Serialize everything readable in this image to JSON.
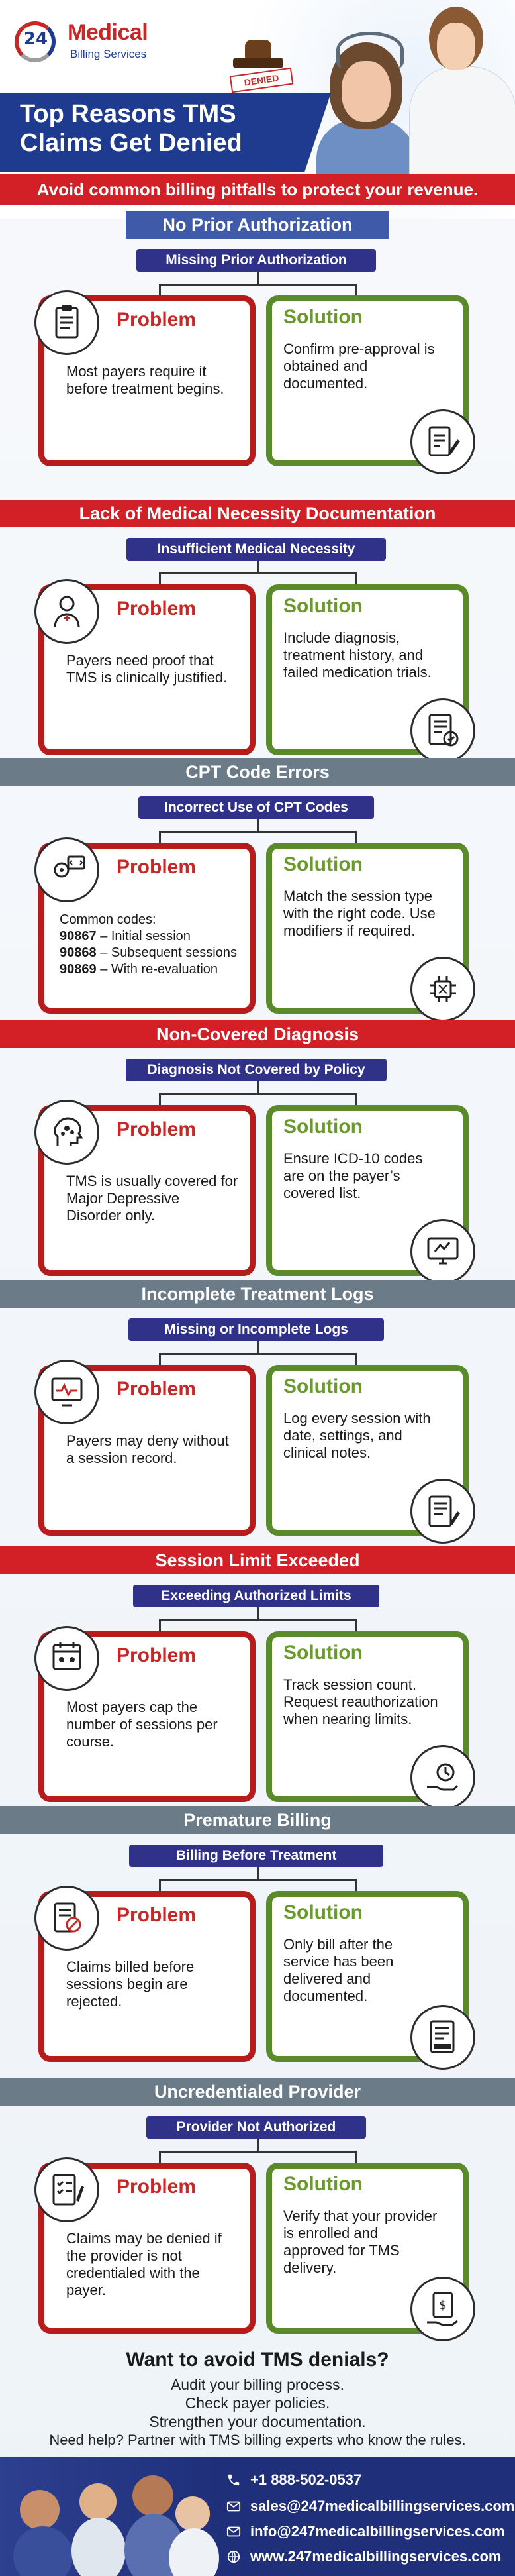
{
  "header": {
    "logo_number": "24",
    "logo_brand": "Medical",
    "logo_sub": "Billing Services",
    "title": "Top Reasons TMS Claims Get Denied",
    "subtitle": "Avoid common billing pitfalls to protect your revenue.",
    "stamp_label": "DENIED"
  },
  "sections": [
    {
      "heading": "No Prior Authorization",
      "subheading": "Missing Prior Authorization",
      "problem_title": "Problem",
      "problem_text": "Most payers require it before treatment begins.",
      "solution_title": "Solution",
      "solution_text": "Confirm pre-approval is obtained and documented.",
      "problem_icon": "clipboard-checklist-icon",
      "solution_icon": "signed-document-pen-icon"
    },
    {
      "heading": "Lack of Medical Necessity Documentation",
      "subheading": "Insufficient Medical Necessity",
      "problem_title": "Problem",
      "problem_text": "Payers need proof that TMS is clinically justified.",
      "solution_title": "Solution",
      "solution_text": "Include diagnosis, treatment history, and failed medication trials.",
      "problem_icon": "medical-professional-icon",
      "solution_icon": "certified-document-icon"
    },
    {
      "heading": "CPT Code Errors",
      "subheading": "Incorrect Use of CPT Codes",
      "problem_title": "Problem",
      "problem_text": "Common codes:",
      "codes": [
        {
          "code": "90867",
          "desc": "– Initial session"
        },
        {
          "code": "90868",
          "desc": "– Subsequent sessions"
        },
        {
          "code": "90869",
          "desc": "– With re-evaluation"
        }
      ],
      "solution_title": "Solution",
      "solution_text": "Match the session type with the right code. Use modifiers if required.",
      "problem_icon": "code-gear-icon",
      "solution_icon": "dna-chip-icon"
    },
    {
      "heading": "Non-Covered Diagnosis",
      "subheading": "Diagnosis Not Covered by Policy",
      "problem_title": "Problem",
      "problem_text": "TMS is usually covered for Major Depressive Disorder only.",
      "solution_title": "Solution",
      "solution_text": "Ensure ICD-10 codes are on the payer’s covered list.",
      "problem_icon": "brain-head-icon",
      "solution_icon": "computer-monitor-icon"
    },
    {
      "heading": "Incomplete Treatment Logs",
      "subheading": "Missing or Incomplete Logs",
      "problem_title": "Problem",
      "problem_text": "Payers may deny without a session record.",
      "solution_title": "Solution",
      "solution_text": "Log every session with date, settings, and clinical notes.",
      "problem_icon": "medical-monitor-icon",
      "solution_icon": "notepad-pen-icon"
    },
    {
      "heading": "Session Limit Exceeded",
      "subheading": "Exceeding Authorized Limits",
      "problem_title": "Problem",
      "problem_text": "Most payers cap the number of sessions per course.",
      "solution_title": "Solution",
      "solution_text": "Track session count. Request reauthorization when nearing limits.",
      "problem_icon": "meeting-calendar-icon",
      "solution_icon": "hand-timer-icon"
    },
    {
      "heading": "Premature Billing",
      "subheading": "Billing Before Treatment",
      "problem_title": "Problem",
      "problem_text": "Claims billed before sessions begin are rejected.",
      "solution_title": "Solution",
      "solution_text": "Only bill after the service has been delivered and documented.",
      "problem_icon": "blocked-document-icon",
      "solution_icon": "claim-form-icon"
    },
    {
      "heading": "Uncredentialed Provider",
      "subheading": "Provider Not Authorized",
      "problem_title": "Problem",
      "problem_text": "Claims may be denied if the provider is not credentialed with the payer.",
      "solution_title": "Solution",
      "solution_text": "Verify that your provider is enrolled and approved for TMS delivery.",
      "problem_icon": "checklist-pen-icon",
      "solution_icon": "invoice-hand-icon"
    }
  ],
  "cta": {
    "title": "Want to avoid TMS denials?",
    "lines": [
      "Audit your billing process.",
      "Check payer policies.",
      "Strengthen your documentation.",
      "Need help? Partner with TMS billing experts who know the rules."
    ]
  },
  "footer": {
    "phone": "+1 888-502-0537",
    "email1": "sales@247medicalbillingservices.com",
    "email2": "info@247medicalbillingservices.com",
    "website": "www.247medicalbillingservices.com"
  },
  "colors": {
    "brand_blue": "#1f3b8f",
    "brand_red": "#d32027",
    "problem_red": "#b71c1c",
    "solution_green": "#5a8a2a",
    "section_grey": "#6b7c88",
    "pill_purple": "#30328a"
  }
}
